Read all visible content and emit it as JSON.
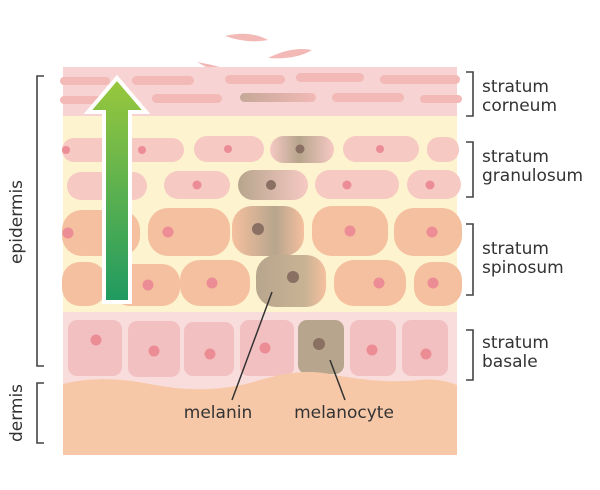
{
  "labels": {
    "epidermis": "epidermis",
    "dermis": "dermis",
    "corneum_line1": "stratum",
    "corneum_line2": "corneum",
    "granulosum_line1": "stratum",
    "granulosum_line2": "granulosum",
    "spinosum_line1": "stratum",
    "spinosum_line2": "spinosum",
    "basale_line1": "stratum",
    "basale_line2": "basale",
    "melanin": "melanin",
    "melanocyte": "melanocyte"
  },
  "colors": {
    "corneum_bg": "#f7d4d3",
    "flake": "#f2b9b6",
    "granular_bg": "#fdf3cf",
    "granular_cell": "#f6c9c3",
    "spinous_cell": "#f5c09f",
    "basal_bg": "#f9dcdc",
    "basal_cell": "#f3c0c2",
    "nucleus": "#ec8c95",
    "dermis": "#f6c8a8",
    "melanin_cell": "#b7a58d",
    "melanin_nucleus": "#8a7063",
    "arrow_top": "#9ac83c",
    "arrow_bottom": "#1f9a61"
  }
}
